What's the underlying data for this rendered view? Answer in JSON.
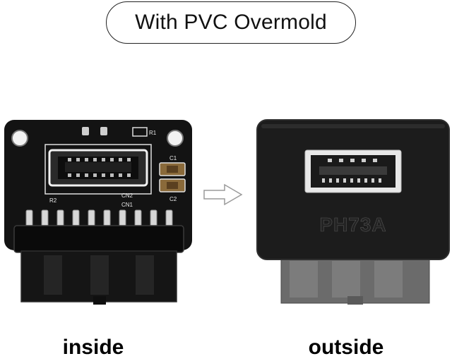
{
  "header": {
    "title": "With PVC Overmold"
  },
  "pcb": {
    "labels": {
      "r1": "R1",
      "c1": "C1",
      "c2": "C2",
      "r2": "R2",
      "cn1": "CN1",
      "cn2": "CN2"
    }
  },
  "adapter": {
    "marking": "PH73A"
  },
  "captions": {
    "inside": "inside",
    "outside": "outside"
  },
  "colors": {
    "pcb": "#141414",
    "pins": "#d7d7d7",
    "overmold": "#1c1c1c",
    "header_gray": "#6b6b6b",
    "arrow": "#9a9a9a"
  }
}
